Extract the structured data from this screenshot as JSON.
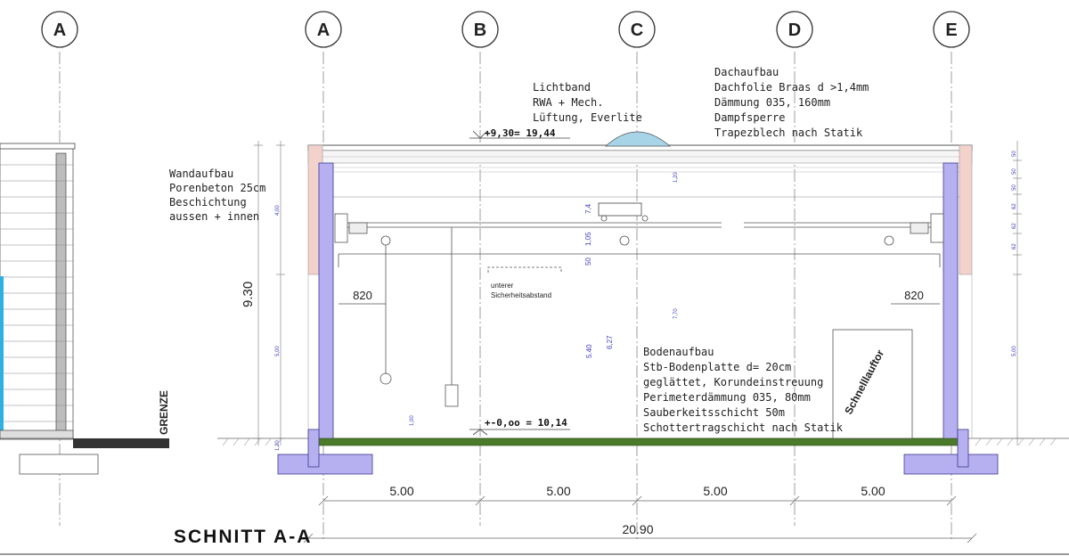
{
  "axes": [
    {
      "id": "A0",
      "label": "A"
    },
    {
      "id": "A",
      "label": "A"
    },
    {
      "id": "B",
      "label": "B"
    },
    {
      "id": "C",
      "label": "C"
    },
    {
      "id": "D",
      "label": "D"
    },
    {
      "id": "E",
      "label": "E"
    }
  ],
  "notes": {
    "lichtband": [
      "Lichtband",
      "RWA + Mech.",
      "Lüftung, Everlite"
    ],
    "dachaufbau": [
      "Dachaufbau",
      "Dachfolie Braas d >1,4mm",
      "Dämmung 035, 160mm",
      "Dampfsperre",
      "Trapezblech nach Statik"
    ],
    "wandaufbau": [
      "Wandaufbau",
      "Porenbeton 25cm",
      "Beschichtung",
      "aussen + innen"
    ],
    "bodenaufbau": [
      "Bodenaufbau",
      "Stb-Bodenplatte d= 20cm",
      "geglättet, Korundeinstreuung",
      "Perimeterdämmung 035, 80mm",
      "Sauberkeitsschicht 50m",
      "Schottertragschicht nach Statik"
    ],
    "sicherheit": [
      "unterer",
      "Sicherheitsabstand"
    ]
  },
  "levels": {
    "top": "+9,30= 19,44",
    "bottom": "+-0,oo = 10,14"
  },
  "labels": {
    "grenze": "GRENZE",
    "height_total": "9.30",
    "crane_span_left": "820",
    "crane_span_right": "820",
    "door": "Schnelllauftor",
    "section_title": "SCHNITT A-A"
  },
  "dimensions": {
    "bays": [
      "5.00",
      "5.00",
      "5.00",
      "5.00"
    ],
    "total": "20.90",
    "small_blue": [
      "7,4",
      "1,05",
      "50",
      "5.40",
      "6,27",
      "7,70",
      "1,20",
      "4,00",
      "5,00",
      "1,00",
      "1,20",
      "5,00",
      "50",
      "50",
      "50",
      "62",
      "62",
      "62"
    ]
  },
  "colors": {
    "line": "#555555",
    "wall": "#b7b0f0",
    "wall_stroke": "#3a3a90",
    "floor": "#4a7a2a",
    "insulation": "#f0c8c0",
    "skylight": "#a8d4e8",
    "dim_blue": "#4040c0",
    "glass": "#30b0e0"
  }
}
